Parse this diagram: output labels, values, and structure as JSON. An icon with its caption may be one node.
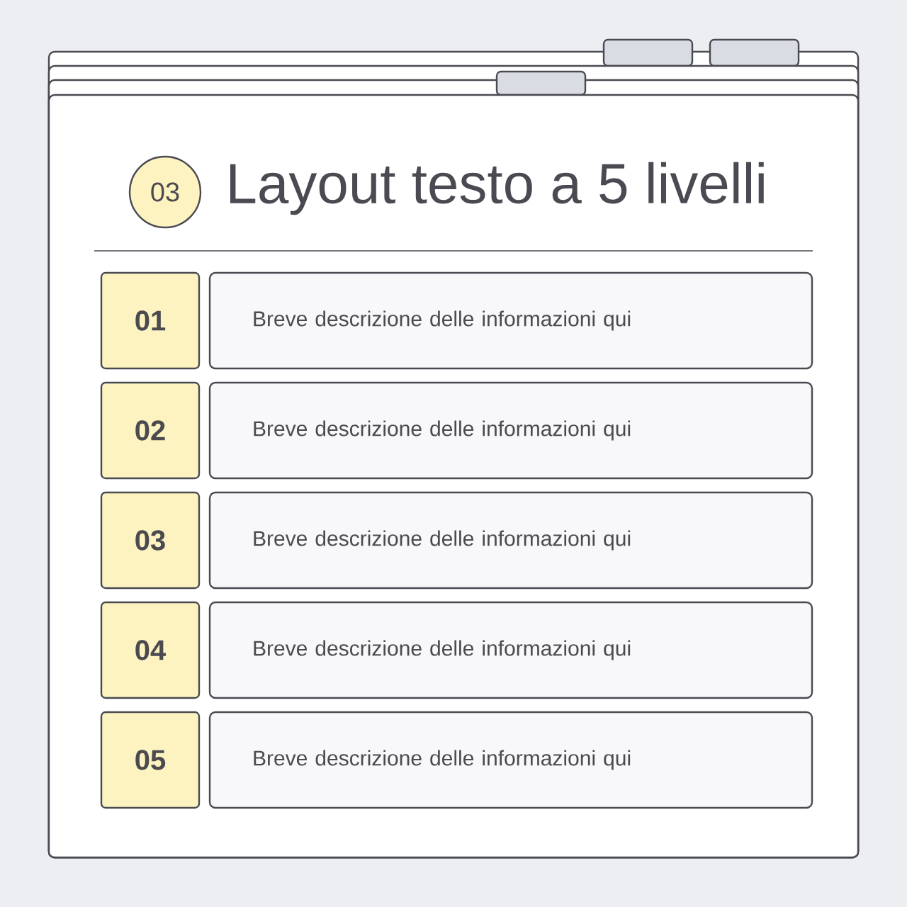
{
  "diagram": {
    "title": "Layout testo a 5 livelli",
    "nodes": [
      {
        "text": [
          "03"
        ]
      },
      {
        "text": [
          "01"
        ]
      },
      {
        "text": [
          "Breve descrizione delle informazioni qui"
        ]
      },
      {
        "text": [
          "02"
        ]
      },
      {
        "text": [
          "Breve descrizione delle informazioni qui"
        ]
      },
      {
        "text": [
          "03"
        ]
      },
      {
        "text": [
          "Breve descrizione delle informazioni qui"
        ]
      },
      {
        "text": [
          "04"
        ]
      },
      {
        "text": [
          "Breve descrizione delle informazioni qui"
        ]
      },
      {
        "text": [
          "05"
        ]
      },
      {
        "text": [
          "Breve descrizione delle informazioni qui"
        ]
      }
    ]
  }
}
